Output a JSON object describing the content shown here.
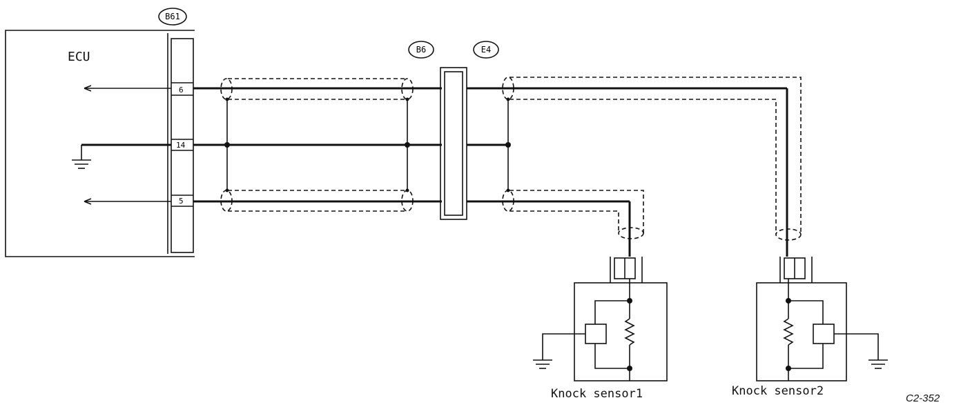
{
  "ecu": {
    "label": "ECU"
  },
  "connectors": {
    "b61": "B61",
    "b6": "B6",
    "e4": "E4"
  },
  "pins": {
    "top": "6",
    "middle": "14",
    "bottom": "5"
  },
  "sensors": {
    "sensor1": "Knock sensor1",
    "sensor2": "Knock sensor2"
  },
  "figure_code": "C2-352"
}
